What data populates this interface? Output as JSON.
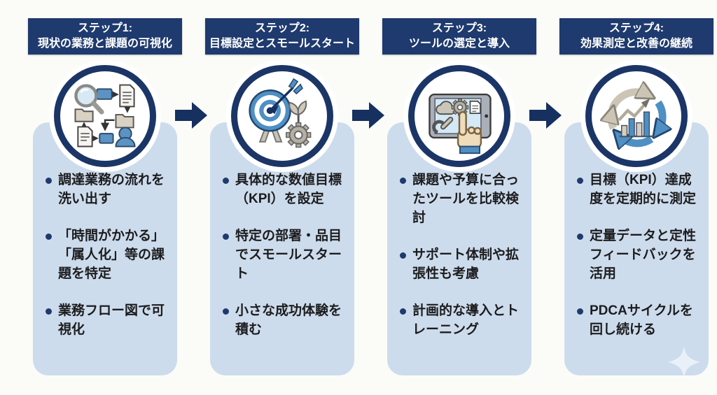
{
  "colors": {
    "page_bg": "#fbfbf8",
    "header_bg": "#1e3a6e",
    "header_text": "#ffffff",
    "panel_bg": "#cddcec",
    "arrow": "#16305f",
    "ring": "#1b3566",
    "bullet": "#1f3a6d",
    "text": "#1c1c1e"
  },
  "steps": [
    {
      "header_line1": "ステップ1:",
      "header_line2": "現状の業務と課題の可視化",
      "icon": "magnifier-flowchart-icon",
      "bullets": [
        "調達業務の流れを洗い出す",
        "「時間がかかる」「属人化」等の課題を特定",
        "業務フロー図で可視化"
      ]
    },
    {
      "header_line1": "ステップ2:",
      "header_line2": "目標設定とスモールスタート",
      "icon": "target-growth-gear-icon",
      "bullets": [
        "具体的な数値目標（KPI）を設定",
        "特定の部署・品目でスモールスタート",
        "小さな成功体験を積む"
      ]
    },
    {
      "header_line1": "ステップ3:",
      "header_line2": "ツールの選定と導入",
      "icon": "tablet-hand-select-icon",
      "bullets": [
        "課題や予算に合ったツールを比較検討",
        "サポート体制や拡張性も考慮",
        "計画的な導入とトレーニング"
      ]
    },
    {
      "header_line1": "ステップ4:",
      "header_line2": "効果測定と改善の継続",
      "icon": "pdca-cycle-chart-icon",
      "bullets": [
        "目標（KPI）達成度を定期的に測定",
        "定量データと定性フィードバックを活用",
        "PDCAサイクルを回し続ける"
      ]
    }
  ]
}
